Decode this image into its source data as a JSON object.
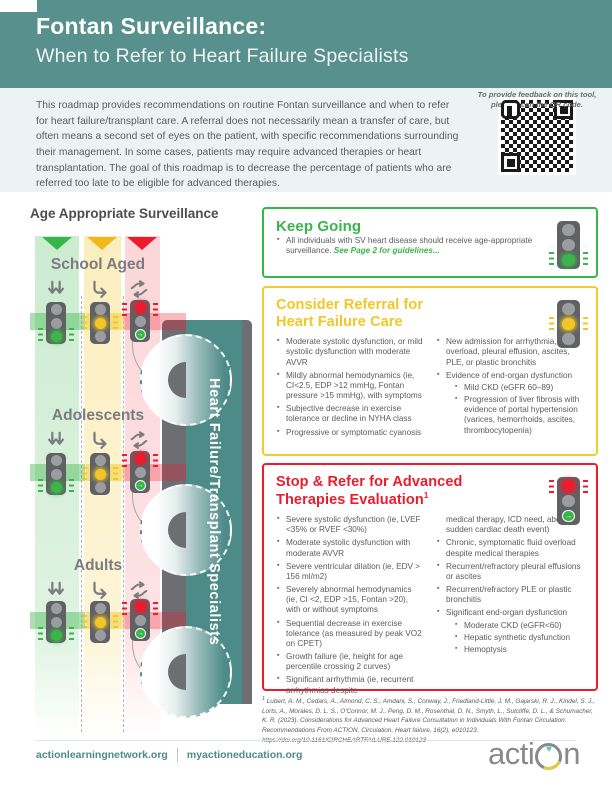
{
  "header": {
    "title": "Fontan Surveillance:",
    "subtitle": "When to Refer to Heart Failure Specialists"
  },
  "intro": {
    "text": "This roadmap provides recommendations on routine Fontan surveillance and when to refer for heart failure/transplant care. A referral does not necessarily mean a transfer of care, but often means a second set of eyes on the patient, with specific recommendations surrounding their management. In some cases, patients may require advanced therapies or heart transplantation. The goal of this roadmap is to decrease the percentage of patients who are referred too late to be eligible for advanced therapies.",
    "qr_caption": "To provide feedback on this tool, please scan the QR code."
  },
  "diagram": {
    "title": "Age Appropriate Surveillance",
    "road_label": "Heart Failure/Transplant Specialists",
    "age_groups": [
      {
        "label": "School Aged"
      },
      {
        "label": "Adolescents"
      },
      {
        "label": "Adults"
      }
    ]
  },
  "boxes": {
    "keep_going": {
      "title": "Keep Going",
      "bullet": "All individuals with SV heart disease should receive age-appropriate surveillance. ",
      "emphasis": "See Page 2 for guidelines..."
    },
    "consider": {
      "title_lines": [
        "Consider Referral for",
        "Heart Failure Care"
      ],
      "left_bullets": [
        "Moderate systolic dysfunction, or mild systolic dysfunction with moderate AVVR",
        "Mildly abnormal hemodynamics (ie, CI<2.5, EDP >12 mmHg, Fontan pressure >15 mmHg), with symptoms",
        "Subjective decrease in exercise tolerance or decline in NYHA class",
        "Progressive or symptomatic cyanosis"
      ],
      "right_bullets": [
        {
          "text": "New admission for arrhythmia, fluid overload, pleural effusion, ascites, PLE, or plastic bronchitis"
        },
        {
          "text": "Evidence of end-organ dysfunction",
          "sub": [
            "Mild CKD (eGFR 60–89)",
            "Progression of liver fibrosis with evidence of portal hypertension (varices, hemorrhoids, ascites, thrombocytopenia)"
          ]
        }
      ]
    },
    "stop": {
      "title_lines": [
        "Stop & Refer for Advanced",
        "Therapies Evaluation"
      ],
      "title_sup": "1",
      "left_bullets": [
        "Severe systolic dysfunction (ie, LVEF <35% or RVEF <30%)",
        "Moderate systolic dysfunction with moderate AVVR",
        "Severe ventricular dilation (ie, EDV > 156 ml/m2)",
        "Severely abnormal hemodynamics (ie, CI <2, EDP >15, Fontan >20), with or without symptoms",
        "Sequential decrease in exercise tolerance (as measured by peak VO2 on CPET)",
        "Growth failure (ie, height for age percentile crossing 2 curves)",
        "Significant arrhythmia (ie, recurrent arrhythmias despite"
      ],
      "right_bullets": [
        {
          "text": "medical therapy, ICD need, aborted sudden cardiac death event)",
          "continuation": true
        },
        {
          "text": "Chronic, symptomatic fluid overload despite medical therapies"
        },
        {
          "text": "Recurrent/refractory pleural effusions or ascites"
        },
        {
          "text": "Recurrent/refractory PLE or plastic bronchitis"
        },
        {
          "text": "Significant end-organ dysfunction",
          "sub": [
            "Moderate CKD (eGFR<60)",
            "Hepatic synthetic dysfunction",
            "Hemoptysis"
          ]
        }
      ]
    }
  },
  "footnote": {
    "marker": "1",
    "text": " Lubert, A. M., Cedars, A., Almond, C. S., Amdani, S., Conway, J., Friedland-Little, J. M., Gajarski, R. J., Kindel, S. J., Lorts, A., Morales, D. L. S., O'Connor, M. J., Peng, D. M., Rosenthal, D. N., Smyth, L., Sutcliffe, D. L., & Schumacher, K. R. (2023). Considerations for Advanced Heart Failure Consultation in Individuals With Fontan Circulation: Recommendations From ACTION. Circulation. Heart failure, 16(2), e010123. https://doi.org/10.1161/CIRCHEARTFAILURE.122.010123"
  },
  "footer": {
    "link1": "actionlearningnetwork.org",
    "link2": "myactioneducation.org",
    "logo_prefix": "acti",
    "logo_suffix": "n"
  },
  "colors": {
    "header_teal": "#58908d",
    "band_teal": "#4d8b89",
    "green": "#3ab54a",
    "yellow": "#f2c626",
    "red": "#ec1c2d",
    "road_gray": "#6d6e71",
    "intro_bg": "#edf3f2"
  },
  "icons": {
    "qr_code": "css-checker-pattern",
    "traffic_light_green": "css-shape",
    "traffic_light_yellow": "css-shape",
    "traffic_light_red_green_arrow": "css-shape",
    "double_down_arrow": "svg-stroke",
    "turn_right_arrow": "svg-stroke",
    "merge_arrow": "svg-stroke",
    "logo_o_heart": "circle+♥"
  }
}
